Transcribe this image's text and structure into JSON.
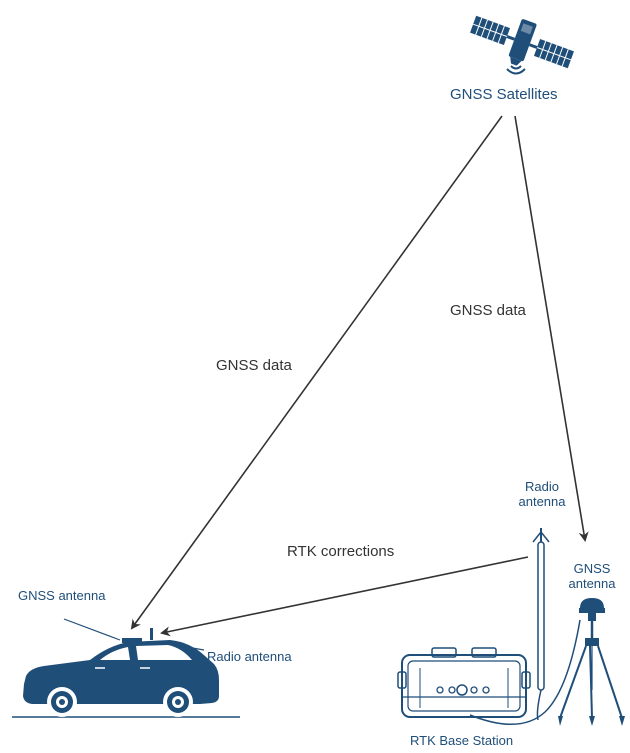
{
  "labels": {
    "satellites": "GNSS Satellites",
    "gnss_data_left": "GNSS data",
    "gnss_data_right": "GNSS data",
    "rtk_corrections": "RTK corrections",
    "car_gnss_antenna": "GNSS antenna",
    "car_radio_antenna": "Radio antenna",
    "base_radio_antenna_line1": "Radio",
    "base_radio_antenna_line2": "antenna",
    "base_gnss_antenna_line1": "GNSS",
    "base_gnss_antenna_line2": "antenna",
    "base_station": "RTK Base Station"
  },
  "colors": {
    "accent": "#1f4e79",
    "arrow": "#333333",
    "background": "#ffffff"
  },
  "icons": [
    "satellite-icon",
    "car-icon",
    "radio-antenna-icon",
    "gnss-antenna-tripod-icon",
    "base-station-case-icon"
  ]
}
